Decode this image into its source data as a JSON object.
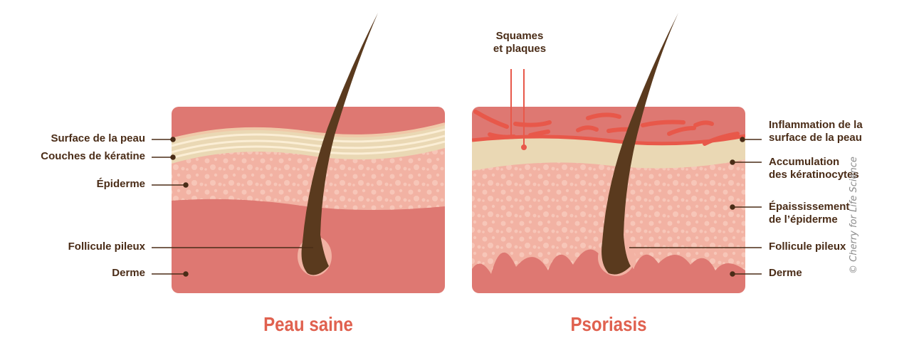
{
  "panels": [
    {
      "title": "Peau saine",
      "labels": [
        "Surface de la peau",
        "Couches de kératine",
        "Épiderme",
        "Follicule pileux",
        "Derme"
      ]
    },
    {
      "title": "Psoriasis",
      "top_label": [
        "Squames",
        "et plaques"
      ],
      "labels": [
        [
          "Inflammation de la",
          "surface de la peau"
        ],
        [
          "Accumulation",
          "des kératinocytes"
        ],
        [
          "Épaississement",
          "de l’épiderme"
        ],
        [
          "Follicule pileux"
        ],
        [
          "Derme"
        ]
      ]
    }
  ],
  "credit": "© Cherry for Life Science",
  "colors": {
    "dermis": "#de7872",
    "epidermis": "#f2b2a3",
    "keratin": "#ead8b4",
    "inflammation": "#e8584a",
    "hair": "#5a3a1e",
    "label_text": "#4a2c17",
    "title": "#e0614f"
  }
}
